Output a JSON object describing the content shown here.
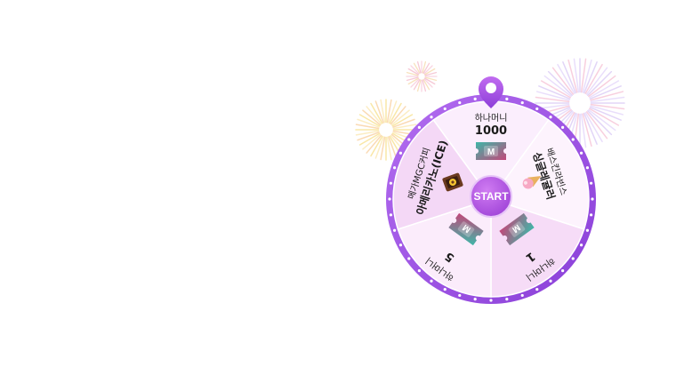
{
  "wheel": {
    "pointer_icon": "location-pin-icon",
    "start_label": "START",
    "center_color": "#b04fe0",
    "rim_color": "#9f4ee6",
    "segments": [
      {
        "line1": "하나머니",
        "line2": "1000",
        "prize_icon": "hana-money-coupon-icon"
      },
      {
        "line1": "배스킨라빈스",
        "line2": "싱글레귤러",
        "prize_icon": "ice-cream-cone-icon"
      },
      {
        "line1": "하나머니",
        "line2": "1",
        "prize_icon": "hana-money-coupon-icon"
      },
      {
        "line1": "하나머니",
        "line2": "5",
        "prize_icon": "hana-money-coupon-icon"
      },
      {
        "line1": "메가MGC커피",
        "line2": "아메리카노(ICE)",
        "prize_icon": "coffee-gift-card-icon"
      }
    ],
    "coupon_letter": "M"
  },
  "decorations": [
    "firework-burst-icon",
    "firework-burst-icon",
    "firework-burst-icon"
  ]
}
